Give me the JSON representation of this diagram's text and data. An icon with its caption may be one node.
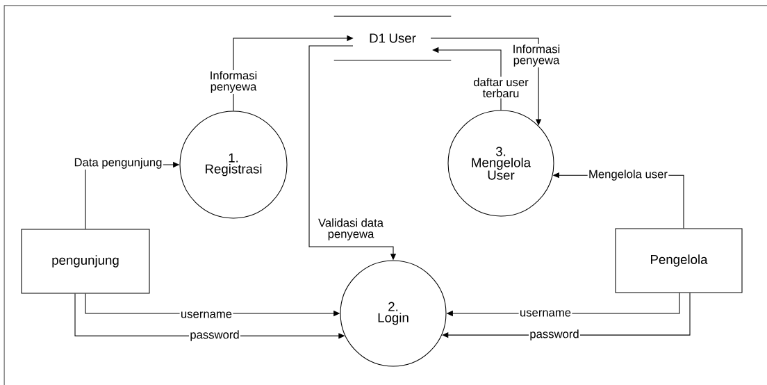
{
  "diagram": {
    "nodes": [
      {
        "text": [
          "1. Registrasi"
        ]
      },
      {
        "text": [
          "D1 User"
        ]
      },
      {
        "text": [
          "3. Mengelola User"
        ]
      },
      {
        "text": [
          "pengunjung"
        ]
      },
      {
        "text": [
          "2. Login"
        ]
      },
      {
        "text": [
          "Pengelola"
        ]
      }
    ],
    "edges": [
      {
        "from": 3,
        "to": 0,
        "arrow": "to",
        "label": "Data pengunjung"
      },
      {
        "from": 0,
        "to": 1,
        "arrow": "to",
        "label": "Informasi penyewa"
      },
      {
        "from": 1,
        "to": 4,
        "arrow": "to",
        "label": "Validasi data penyewa"
      },
      {
        "from": 1,
        "to": 2,
        "arrow": "to",
        "label": "Informasi penyewa"
      },
      {
        "from": 2,
        "to": 1,
        "arrow": "to",
        "label": "daftar user terbaru"
      },
      {
        "from": 5,
        "to": 2,
        "arrow": "to",
        "label": "Mengelola user"
      },
      {
        "from": 3,
        "to": 4,
        "arrow": "to",
        "label": "username"
      },
      {
        "from": 3,
        "to": 4,
        "arrow": "to",
        "label": "password"
      },
      {
        "from": 5,
        "to": 4,
        "arrow": "to",
        "label": "username"
      },
      {
        "from": 5,
        "to": 4,
        "arrow": "to",
        "label": "password"
      }
    ]
  }
}
